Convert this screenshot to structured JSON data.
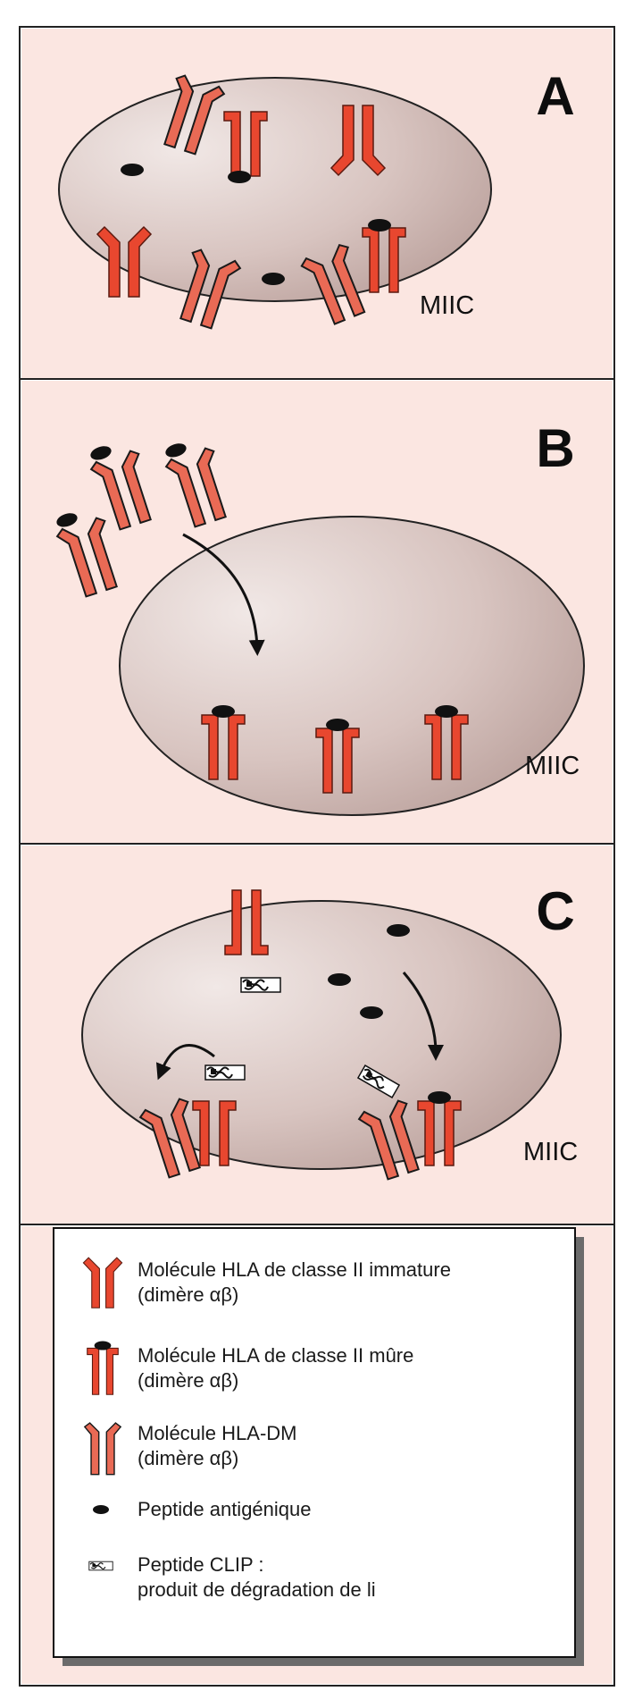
{
  "panels": [
    {
      "letter": "A",
      "compartment_label": "MIIC"
    },
    {
      "letter": "B",
      "compartment_label": "MIIC"
    },
    {
      "letter": "C",
      "compartment_label": "MIIC"
    }
  ],
  "legend": {
    "items": [
      {
        "icon": "immature-hla-class-ii-icon",
        "line1": "Molécule HLA de classe II immature",
        "line2": "(dimère αβ)"
      },
      {
        "icon": "mature-hla-class-ii-icon",
        "line1": "Molécule HLA de classe II mûre",
        "line2": "(dimère αβ)"
      },
      {
        "icon": "hla-dm-icon",
        "line1": "Molécule HLA-DM",
        "line2": "(dimère αβ)"
      },
      {
        "icon": "antigenic-peptide-icon",
        "line1": "Peptide antigénique",
        "line2": ""
      },
      {
        "icon": "clip-peptide-icon",
        "line1": "Peptide CLIP :",
        "line2": "produit de dégradation de li"
      }
    ]
  },
  "colors": {
    "panel_background": "#fbe6e1",
    "hla_red": "#e8472f",
    "outline": "#222222",
    "miic_fill": "#c9b1ad"
  }
}
